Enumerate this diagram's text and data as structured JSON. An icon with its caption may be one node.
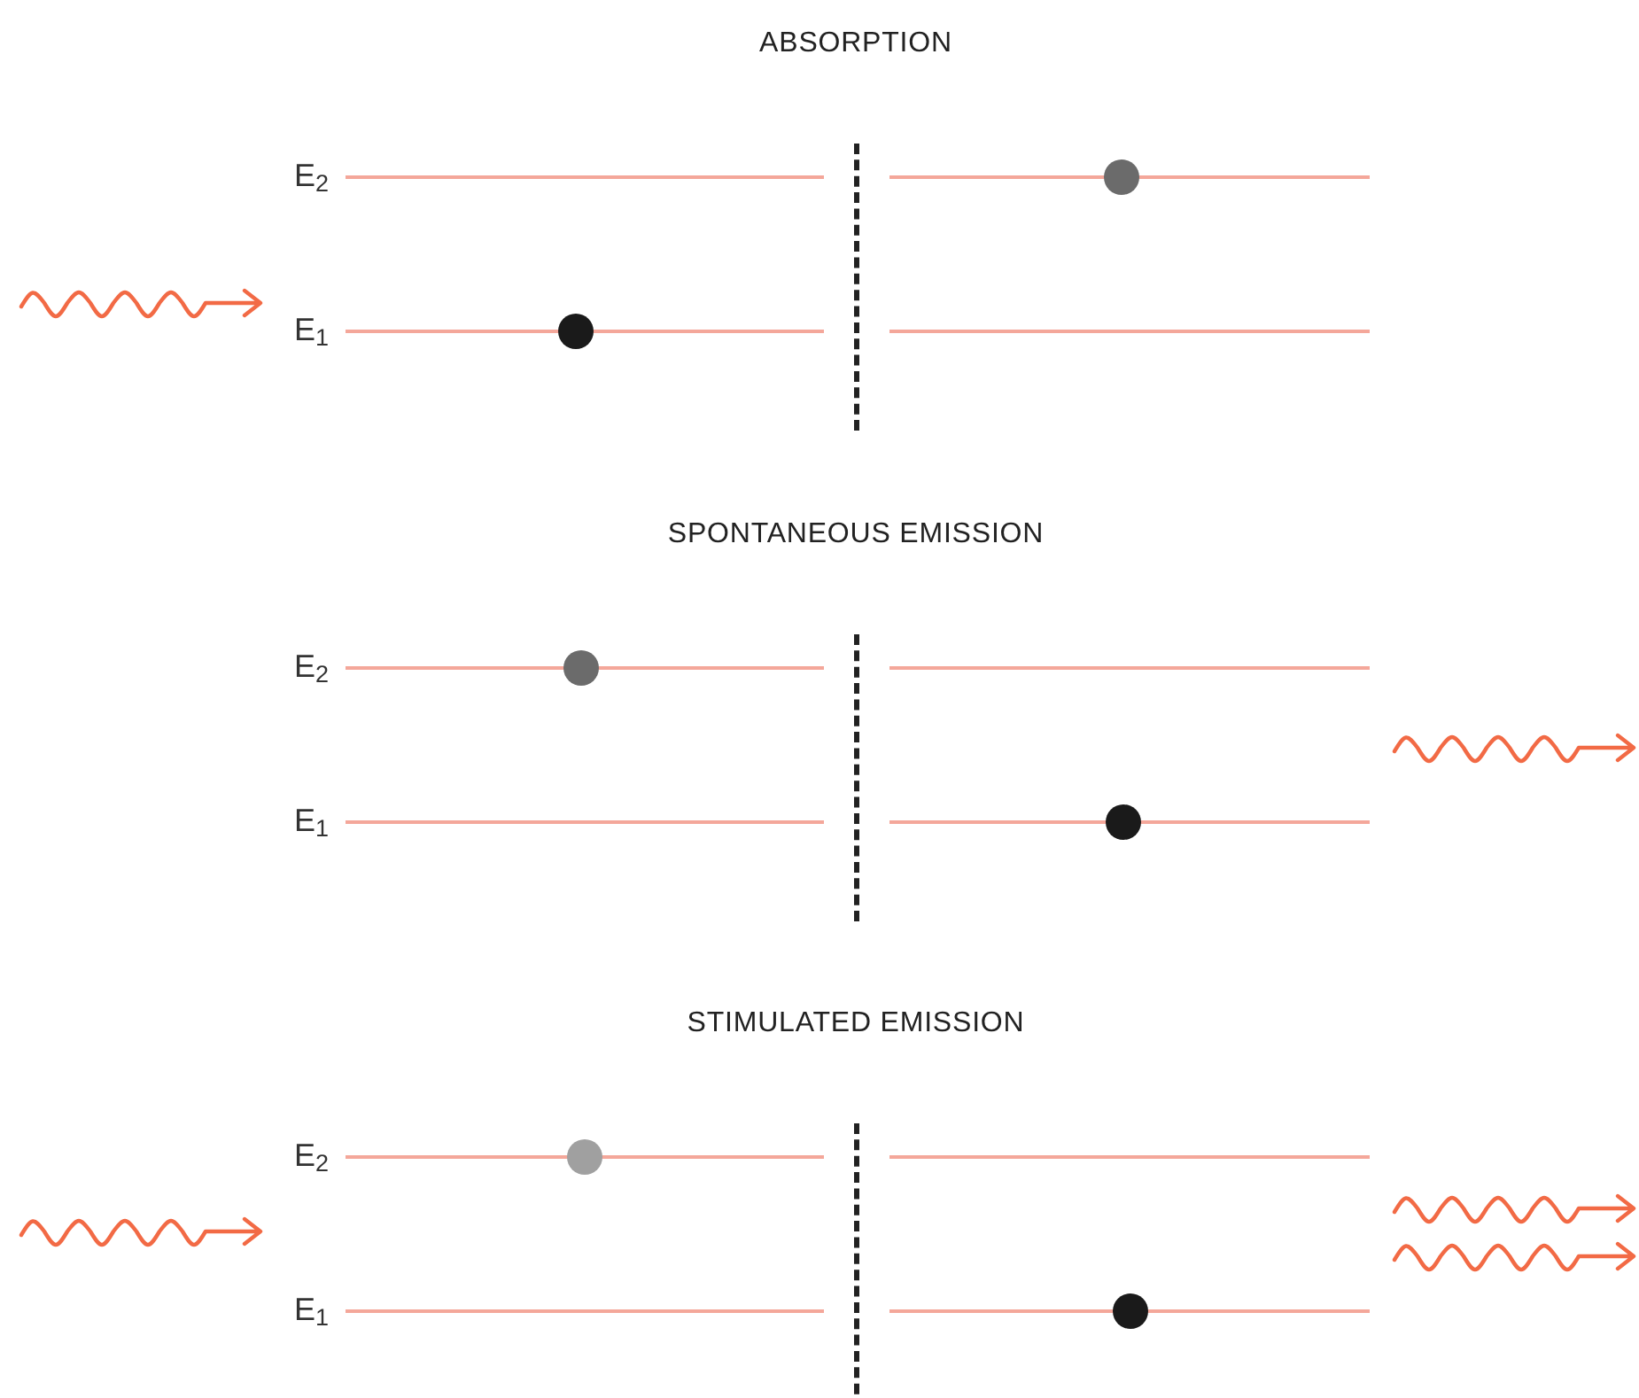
{
  "diagram": {
    "labels": [
      "ABSORPTION",
      "E$_{2}$",
      "E$_{1}$",
      "SPONTANEOUS EMISSION",
      "E$_{2}$",
      "E$_{1}$",
      "STIMULATED EMISSION",
      "E$_{2}$",
      "E$_{1}$"
    ]
  }
}
